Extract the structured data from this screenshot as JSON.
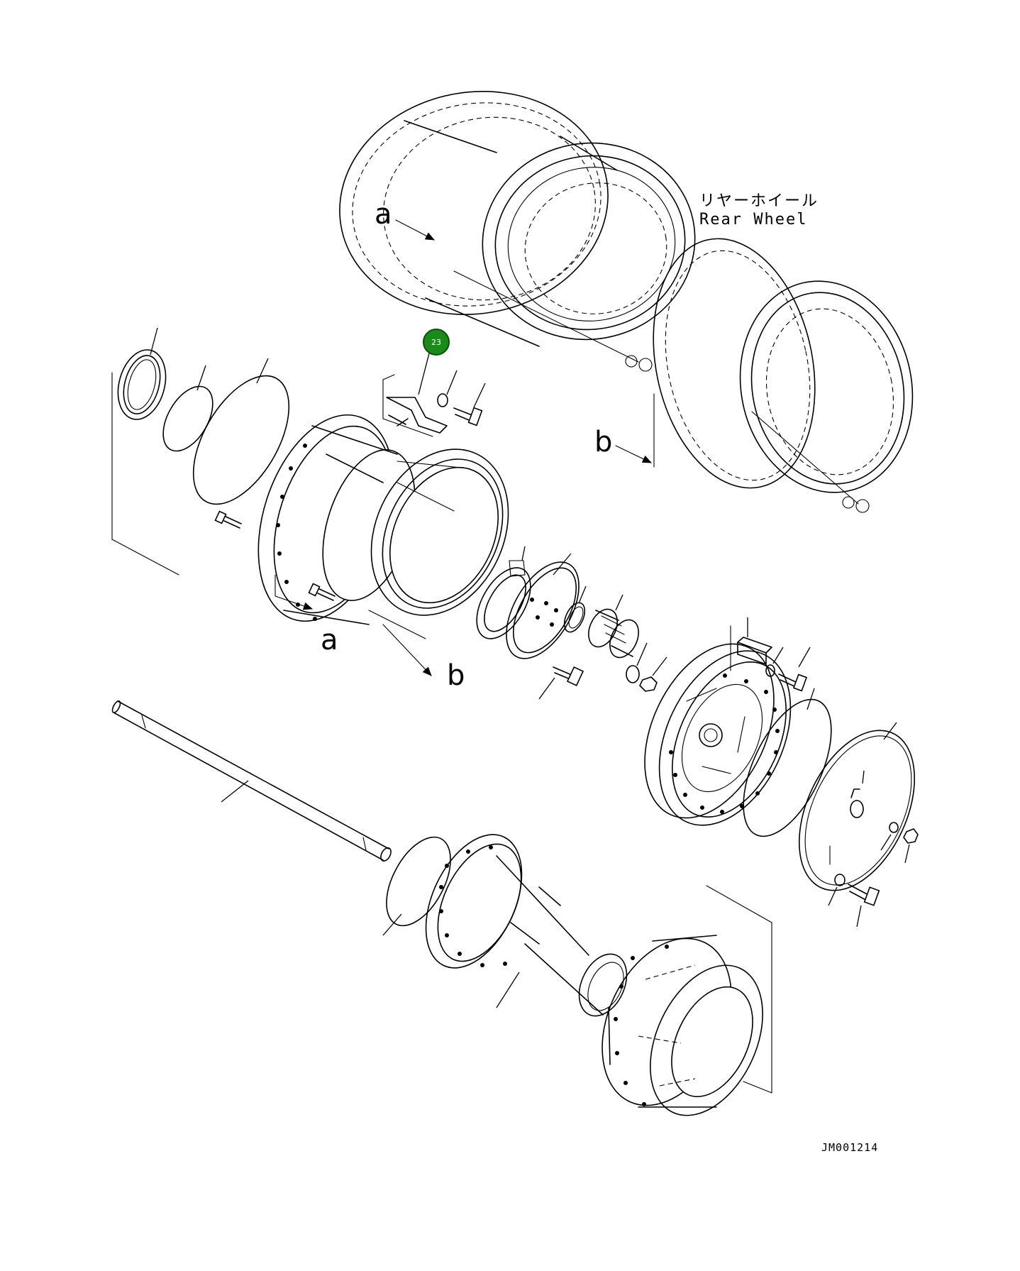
{
  "wheel_label": {
    "japanese": "リヤーホイール",
    "english": "Rear Wheel"
  },
  "reference_marks": {
    "a": "a",
    "b": "b"
  },
  "callout": {
    "number": "23",
    "color": "#1a8a1a"
  },
  "drawing_code": "JM001214",
  "icons": [
    "arrow-icon",
    "callout-marker"
  ]
}
